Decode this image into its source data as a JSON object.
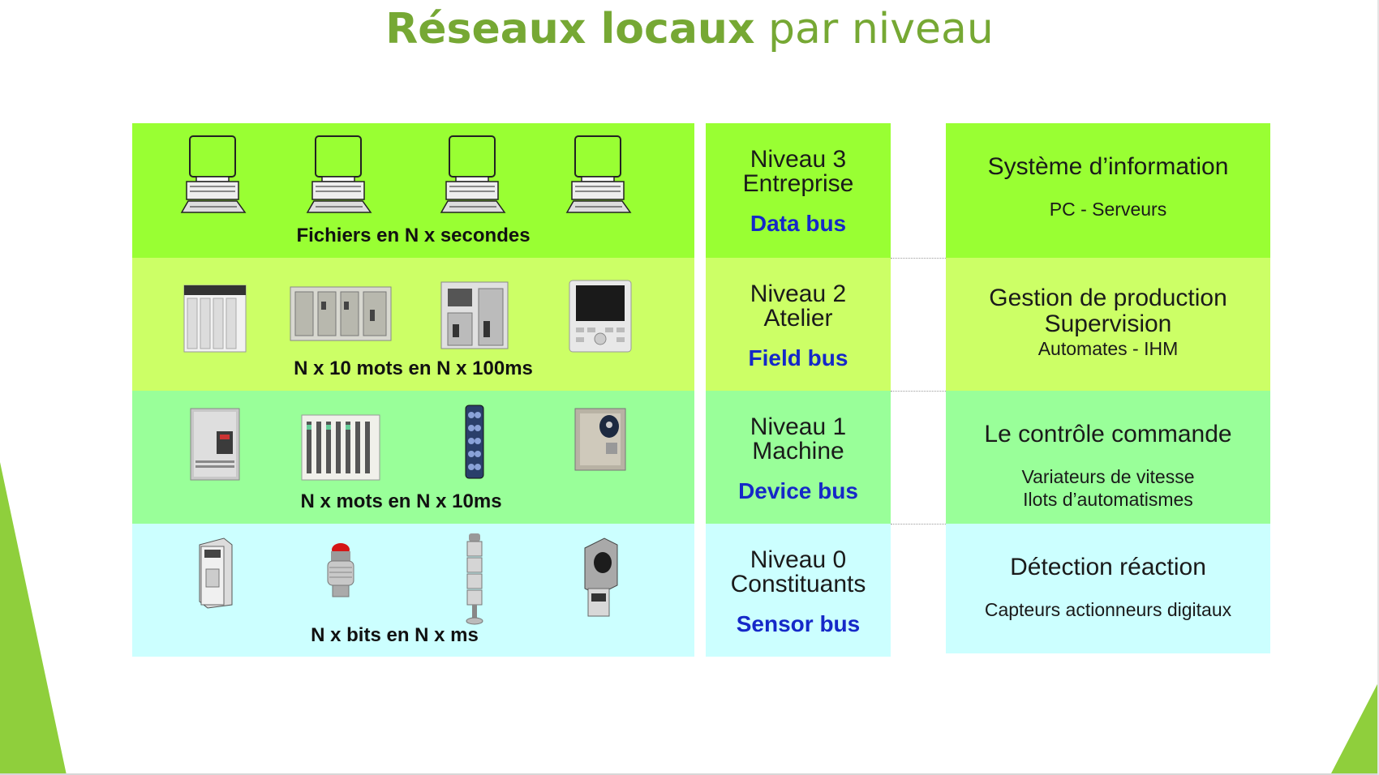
{
  "title": {
    "bold": "Réseaux locaux",
    "light": "par niveau"
  },
  "colors": {
    "title": "#76a834",
    "band3": "#99ff33",
    "band2": "#ccff66",
    "band1": "#99ff99",
    "band0": "#ccffff",
    "bus": "#1528c8",
    "deco": "#8fcf3c"
  },
  "levels": [
    {
      "caption": "Fichiers en N x secondes",
      "devices": [
        "pc-icon",
        "pc-icon",
        "pc-icon",
        "pc-icon"
      ],
      "niveau": "Niveau 3",
      "area": "Entreprise",
      "bus": "Data bus",
      "info_title": "Système d’information",
      "info_sub": [
        "PC - Serveurs"
      ]
    },
    {
      "caption": "N x 10 mots en N x 100ms",
      "devices": [
        "plc-rack-icon",
        "plc-modular-icon",
        "plc-compact-icon",
        "hmi-panel-icon"
      ],
      "niveau": "Niveau 2",
      "area": "Atelier",
      "bus": "Field bus",
      "info_title": "Gestion de production",
      "info_title2": "Supervision",
      "info_sub": [
        "Automates - IHM"
      ]
    },
    {
      "caption": "N x  mots en N x 10ms",
      "devices": [
        "drive-icon",
        "io-island-icon",
        "io-module-icon",
        "drive-small-icon"
      ],
      "niveau": "Niveau 1",
      "area": "Machine",
      "bus": "Device bus",
      "info_title": "Le contrôle commande",
      "info_sub": [
        "Variateurs de vitesse",
        "Ilots d’automatismes"
      ]
    },
    {
      "caption": "N x  bits  en N x ms",
      "devices": [
        "sensor-box-icon",
        "push-button-icon",
        "signal-tower-icon",
        "proximity-sensor-icon"
      ],
      "niveau": "Niveau 0",
      "area": "Constituants",
      "bus": "Sensor bus",
      "info_title": "Détection réaction",
      "info_sub": [
        "Capteurs actionneurs digitaux"
      ]
    }
  ]
}
